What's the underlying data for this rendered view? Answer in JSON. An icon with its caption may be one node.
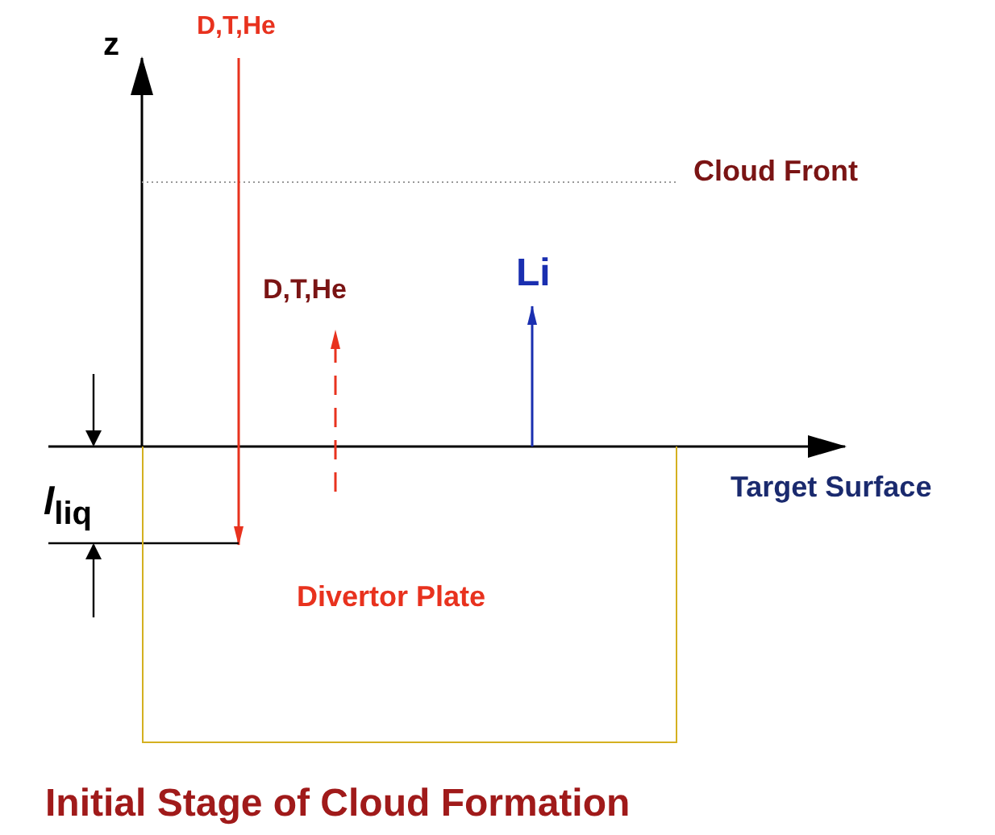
{
  "diagram": {
    "title": "Initial Stage of Cloud Formation",
    "nodes": [
      {
        "text": [
          "Divertor Plate"
        ]
      }
    ],
    "edges": [],
    "labels": [
      "z",
      "D,T,He",
      "Cloud Front",
      "D,T,He",
      "Li",
      "Target Surface",
      "*l*$_{liq}$"
    ]
  }
}
